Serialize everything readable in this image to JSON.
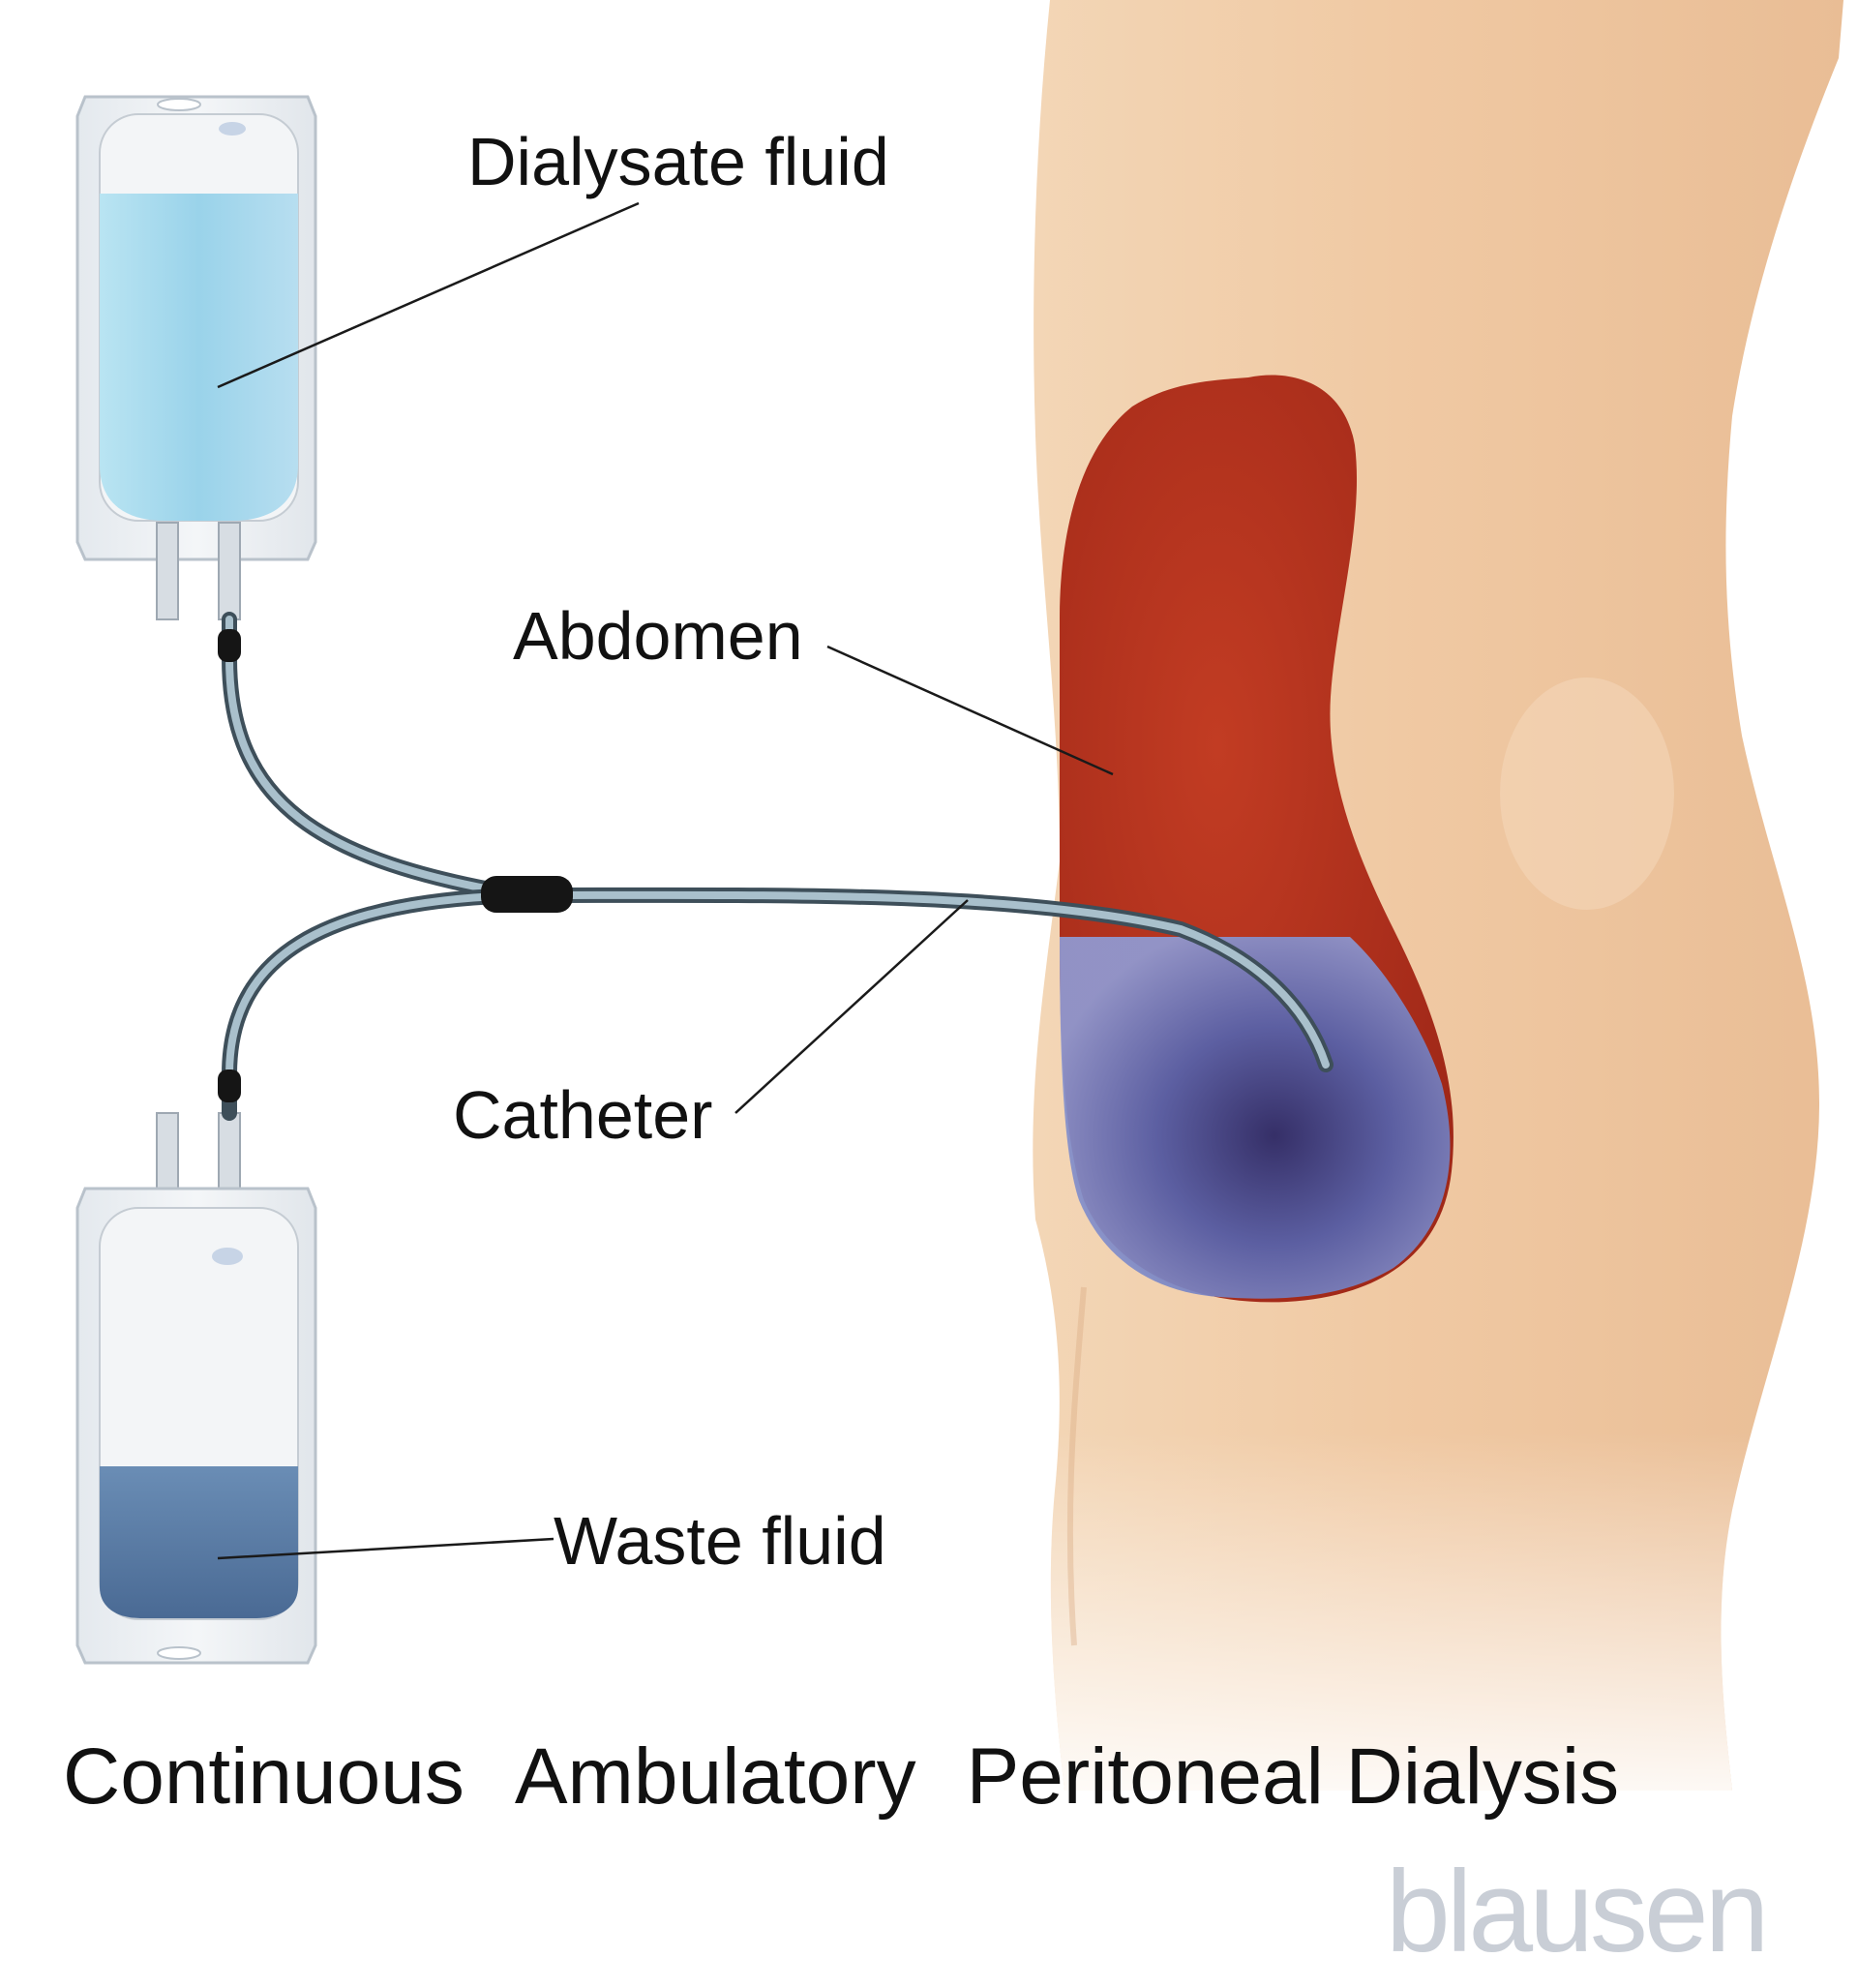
{
  "labels": {
    "dialysate": "Dialysate fluid",
    "abdomen": "Abdomen",
    "catheter": "Catheter",
    "waste": "Waste fluid"
  },
  "title": {
    "word1": "Continuous",
    "word2": "Ambulatory",
    "word3": "Peritoneal Dialysis"
  },
  "watermark": "blausen",
  "colors": {
    "skin": "#eec7a0",
    "abdomen_red": "#b0301d",
    "dialysate_blue": "#9fd6ea",
    "waste_blue": "#55789e",
    "peritoneal_fluid": "#6f7fc0",
    "tubing": "#5f7480",
    "text": "#111111"
  }
}
